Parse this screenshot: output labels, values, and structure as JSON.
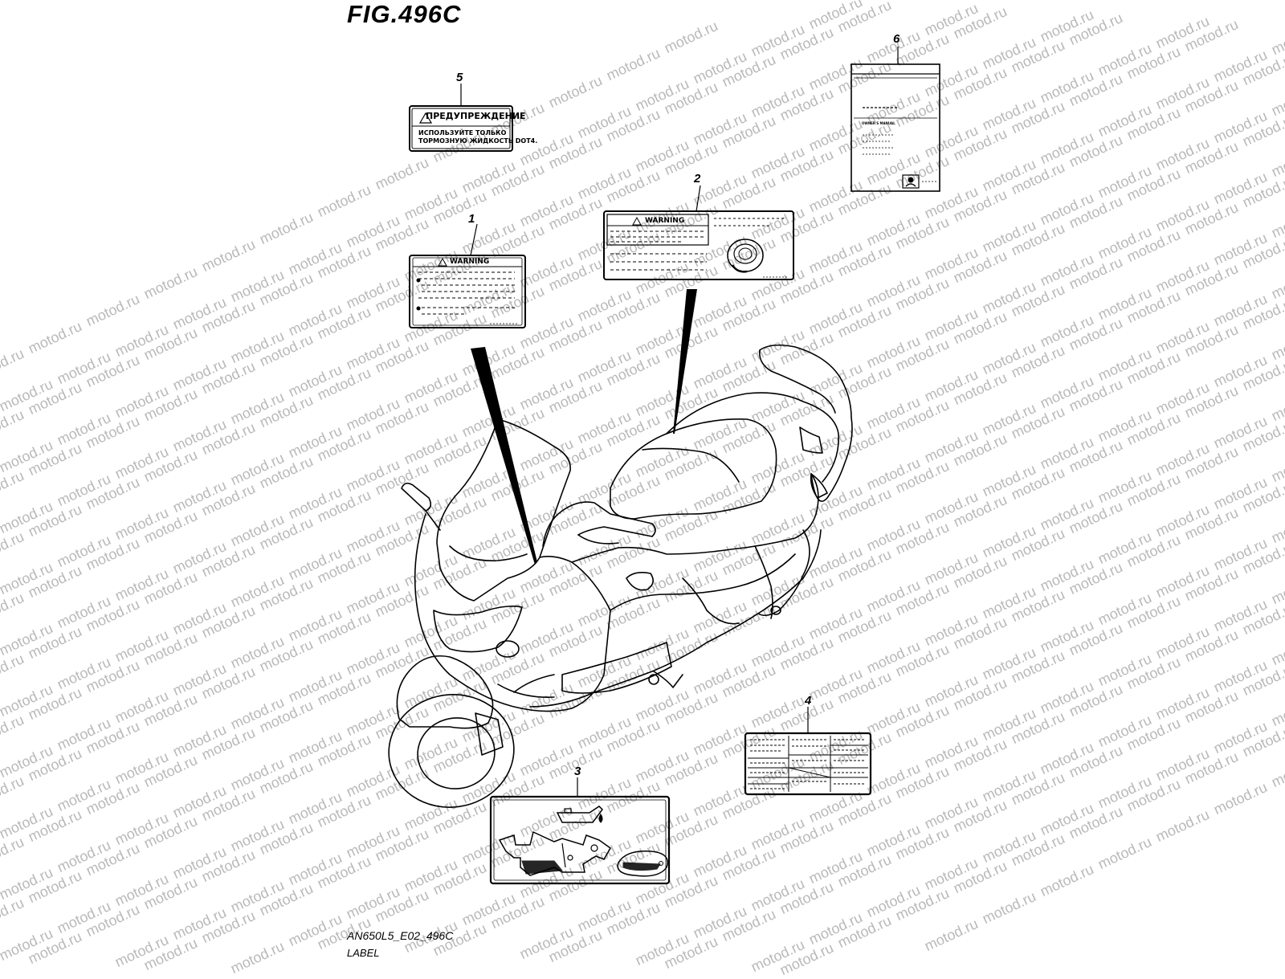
{
  "figure": {
    "title": "FIG.496C",
    "code": "AN650L5_E02_496C",
    "caption": "LABEL"
  },
  "callouts": [
    "1",
    "2",
    "3",
    "4",
    "5",
    "6"
  ],
  "labels": {
    "label1": {
      "header": "WARNING"
    },
    "label2": {
      "header": "WARNING"
    },
    "label5": {
      "header": "ПРЕДУПРЕЖДЕНИЕ",
      "line1": "ИСПОЛЬЗУЙТЕ ТОЛЬКО",
      "line2": "ТОРМОЗНУЮ ЖИДКОСТЬ DOT4."
    },
    "label6": {
      "title": "OWNER'S MANUAL"
    }
  },
  "watermark": "motod.ru"
}
